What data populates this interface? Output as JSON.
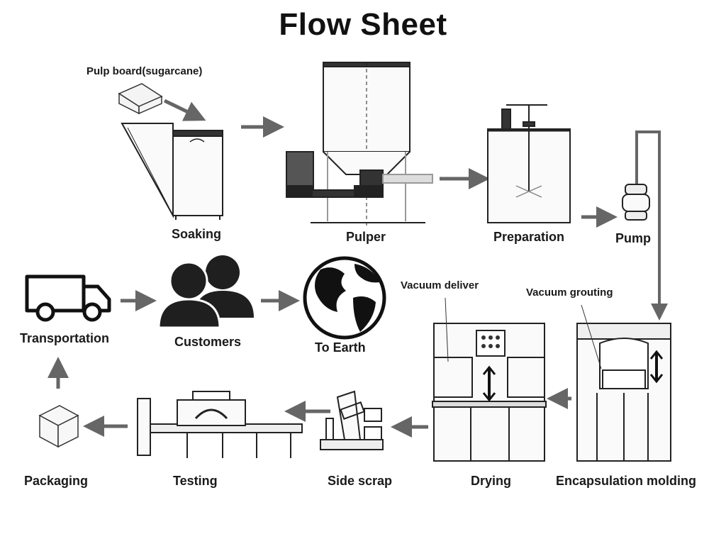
{
  "title": "Flow Sheet",
  "labels": {
    "pulp_board": "Pulp board(sugarcane)",
    "soaking": "Soaking",
    "pulper": "Pulper",
    "preparation": "Preparation",
    "pump": "Pump",
    "transportation": "Transportation",
    "customers": "Customers",
    "to_earth": "To Earth",
    "vacuum_deliver": "Vacuum deliver",
    "vacuum_grouting": "Vacuum grouting",
    "packaging": "Packaging",
    "testing": "Testing",
    "side_scrap": "Side scrap",
    "drying": "Drying",
    "encapsulation_molding": "Encapsulation molding"
  },
  "icons": [
    "truck-icon",
    "customers-icon",
    "earth-icon",
    "box-icon"
  ],
  "colors": {
    "line": "#222222",
    "arrow": "#666666",
    "fill_dark": "#2a2a2a",
    "fill_light": "#f2f2f2"
  }
}
